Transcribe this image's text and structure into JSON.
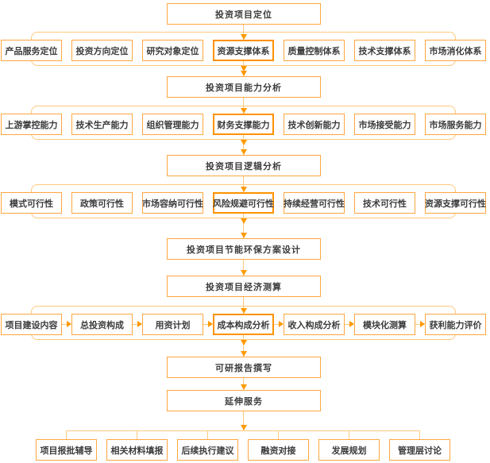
{
  "palette": {
    "box_border": "#FFA640",
    "highlight_border": "#FF9200",
    "connector": "#FFC87C",
    "arrow": "#FF9900",
    "text": "#3C3C3C",
    "background": "#FFFFFF"
  },
  "flow": {
    "main": [
      "投资项目定位",
      "投资项目能力分析",
      "投资项目逻辑分析",
      "投资项目节能环保方案设计",
      "投资项目经济测算",
      "可研报告撰写",
      "延伸服务"
    ],
    "row1": {
      "parent": "投资项目定位",
      "highlighted": "资源支撑体系",
      "items": [
        "产品服务定位",
        "投资方向定位",
        "研究对象定位",
        "资源支撑体系",
        "质量控制体系",
        "技术支撑体系",
        "市场消化体系"
      ]
    },
    "row2": {
      "parent": "投资项目能力分析",
      "highlighted": "财务支撑能力",
      "items": [
        "上游掌控能力",
        "技术生产能力",
        "组织管理能力",
        "财务支撑能力",
        "技术创新能力",
        "市场接受能力",
        "市场服务能力"
      ]
    },
    "row3": {
      "parent": "投资项目逻辑分析",
      "highlighted": "风险规避可行性",
      "items": [
        "模式可行性",
        "政策可行性",
        "市场容纳可行性",
        "风险规避可行性",
        "持续经营可行性",
        "技术可行性",
        "资源支撑可行性"
      ]
    },
    "row4": {
      "parent": "投资项目经济测算",
      "highlighted": "成本构成分析",
      "flow_direction": "left-to-right-arrows",
      "items": [
        "项目建设内容",
        "总投资构成",
        "用资计划",
        "成本构成分析",
        "收入构成分析",
        "模块化测算",
        "获利能力评价"
      ]
    },
    "bottom": {
      "parent": "延伸服务",
      "items": [
        "项目报批辅导",
        "相关材料填报",
        "后续执行建议",
        "融资对接",
        "发展规划",
        "管理层讨论"
      ]
    }
  }
}
